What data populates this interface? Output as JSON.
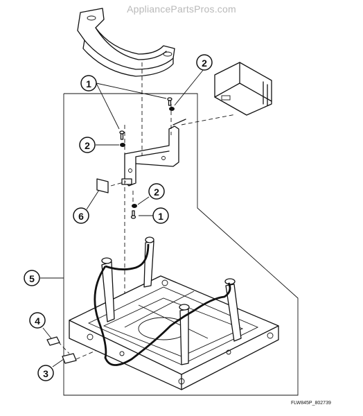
{
  "watermark": "AppliancePartsPros.com",
  "drawing_code": "FLW845P_802739",
  "callouts": [
    "1",
    "2",
    "2",
    "1",
    "2",
    "6",
    "5",
    "4",
    "3"
  ]
}
